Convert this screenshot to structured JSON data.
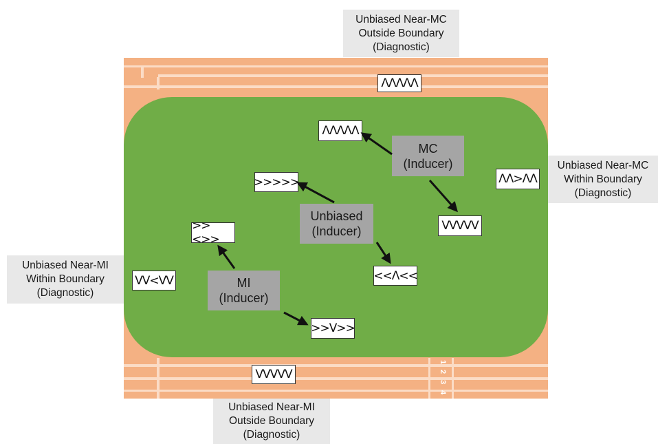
{
  "diagnostics": {
    "near_mc_outside": "Unbiased Near-MC\nOutside Boundary\n(Diagnostic)",
    "near_mc_within": "Unbiased Near-MC\nWithin Boundary\n(Diagnostic)",
    "near_mi_within": "Unbiased Near-MI\nWithin Boundary\n(Diagnostic)",
    "near_mi_outside": "Unbiased Near-MI\nOutside Boundary\n(Diagnostic)"
  },
  "inducers": {
    "mc": "MC\n(Inducer)",
    "unbiased": "Unbiased\n(Inducer)",
    "mi": "MI\n(Inducer)"
  },
  "stimuli": {
    "top_track": "ΛΛΛΛΛ",
    "mc_up": "ΛΛΛΛΛ",
    "mc_down": "VVVVV",
    "right_field": "ΛΛ>ΛΛ",
    "unbiased_right": ">>>>>",
    "unbiased_mixed": "<<Λ<<",
    "mi_up": ">><>>",
    "mi_down": ">>V>>",
    "left_field": "VV<VV",
    "bottom_track": "VVVVV"
  },
  "lane_numbers": [
    "1",
    "2",
    "3",
    "4"
  ],
  "colors": {
    "field": "#70ad47",
    "track": "#f4b183",
    "lane_lines": "#fbdcc6",
    "inducer_box": "#a5a5a5",
    "diagnostic_box": "#e8e8e8"
  }
}
